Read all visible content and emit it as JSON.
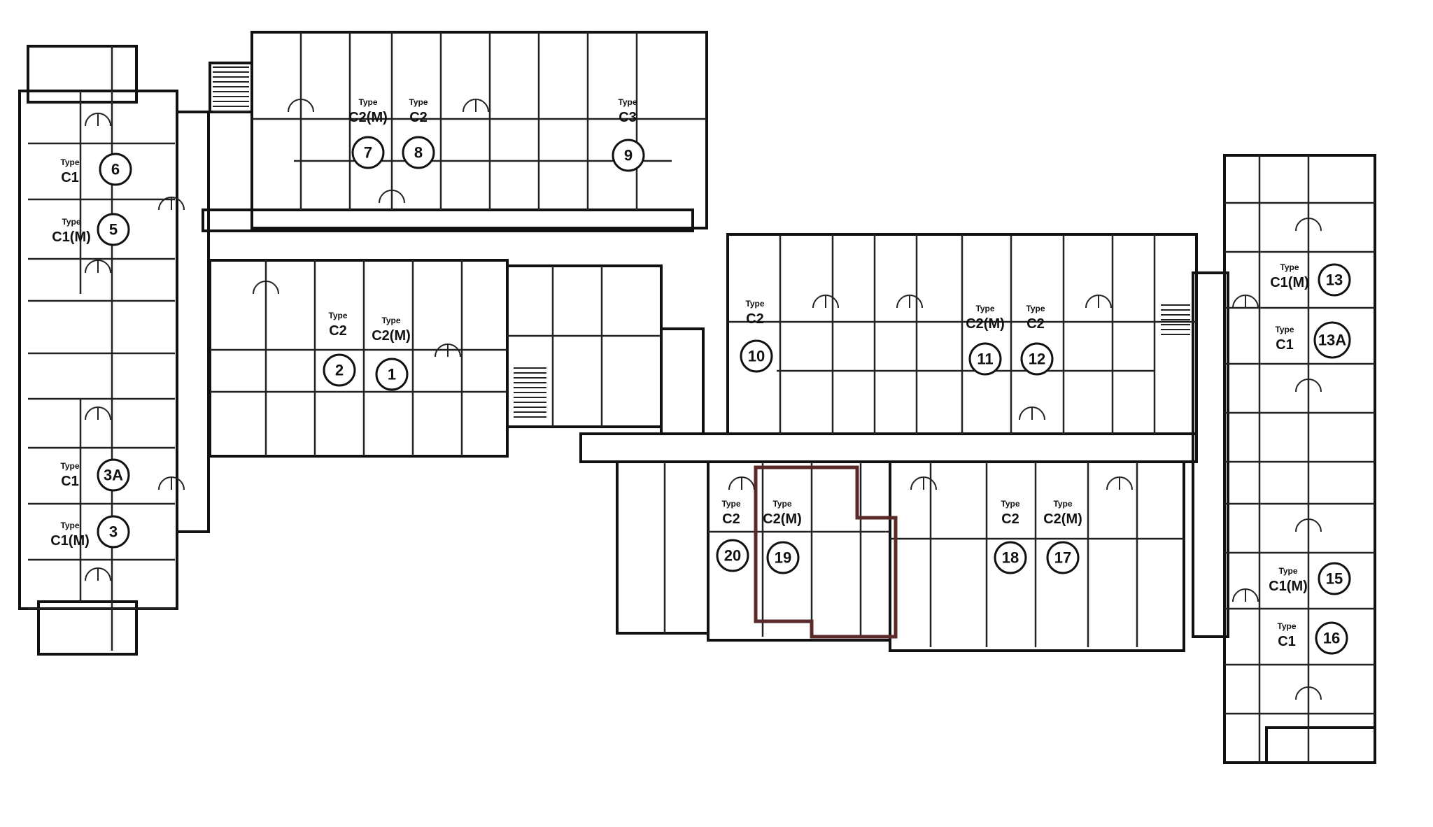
{
  "plan": {
    "units": [
      {
        "number": "6",
        "type_label": "Type",
        "type_code": "C1"
      },
      {
        "number": "5",
        "type_label": "Type",
        "type_code": "C1(M)"
      },
      {
        "number": "3A",
        "type_label": "Type",
        "type_code": "C1"
      },
      {
        "number": "3",
        "type_label": "Type",
        "type_code": "C1(M)"
      },
      {
        "number": "7",
        "type_label": "Type",
        "type_code": "C2(M)"
      },
      {
        "number": "8",
        "type_label": "Type",
        "type_code": "C2"
      },
      {
        "number": "9",
        "type_label": "Type",
        "type_code": "C3"
      },
      {
        "number": "2",
        "type_label": "Type",
        "type_code": "C2"
      },
      {
        "number": "1",
        "type_label": "Type",
        "type_code": "C2(M)"
      },
      {
        "number": "10",
        "type_label": "Type",
        "type_code": "C2"
      },
      {
        "number": "11",
        "type_label": "Type",
        "type_code": "C2(M)"
      },
      {
        "number": "12",
        "type_label": "Type",
        "type_code": "C2"
      },
      {
        "number": "13",
        "type_label": "Type",
        "type_code": "C1(M)"
      },
      {
        "number": "13A",
        "type_label": "Type",
        "type_code": "C1"
      },
      {
        "number": "15",
        "type_label": "Type",
        "type_code": "C1(M)"
      },
      {
        "number": "16",
        "type_label": "Type",
        "type_code": "C1"
      },
      {
        "number": "20",
        "type_label": "Type",
        "type_code": "C2"
      },
      {
        "number": "19",
        "type_label": "Type",
        "type_code": "C2(M)"
      },
      {
        "number": "18",
        "type_label": "Type",
        "type_code": "C2"
      },
      {
        "number": "17",
        "type_label": "Type",
        "type_code": "C2(M)"
      }
    ]
  }
}
